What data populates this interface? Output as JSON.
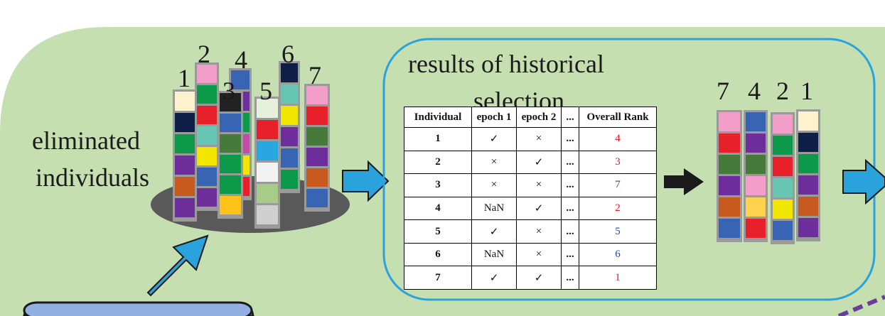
{
  "left_panel": {
    "label_line1": "eliminated",
    "label_line2": "individuals",
    "stack_numbers": [
      "1",
      "2",
      "3",
      "4",
      "5",
      "6",
      "7"
    ]
  },
  "history": {
    "title_line1": "results of historical",
    "title_line2": "selection",
    "table": {
      "headers": [
        "Individual",
        "epoch 1",
        "epoch 2",
        "...",
        "Overall Rank"
      ],
      "rows": [
        {
          "id": "1",
          "e1": "✓",
          "e2": "×",
          "dots": "...",
          "rank": "4",
          "rank_color": "red"
        },
        {
          "id": "2",
          "e1": "×",
          "e2": "✓",
          "dots": "...",
          "rank": "3",
          "rank_color": "red"
        },
        {
          "id": "3",
          "e1": "×",
          "e2": "×",
          "dots": "...",
          "rank": "7",
          "rank_color": "blue"
        },
        {
          "id": "4",
          "e1": "NaN",
          "e2": "✓",
          "dots": "...",
          "rank": "2",
          "rank_color": "red"
        },
        {
          "id": "5",
          "e1": "✓",
          "e2": "×",
          "dots": "...",
          "rank": "5",
          "rank_color": "blue"
        },
        {
          "id": "6",
          "e1": "NaN",
          "e2": "×",
          "dots": "...",
          "rank": "6",
          "rank_color": "blue"
        },
        {
          "id": "7",
          "e1": "✓",
          "e2": "✓",
          "dots": "...",
          "rank": "1",
          "rank_color": "red"
        }
      ]
    }
  },
  "ranked": {
    "numbers": [
      "7",
      "4",
      "2",
      "1"
    ]
  },
  "colors": {
    "background_panel": "#c6dfb1",
    "bubble_border": "#2aa3dd",
    "arrow_fill": "#2aa3dd",
    "dark_arrow": "#1a1a1a",
    "platform": "#595959",
    "bottom_box": "#93aee0",
    "dashed_line": "#6a3d9a",
    "rank_red": "#e11d1d",
    "rank_blue": "#2144a8"
  },
  "icons": [
    "right-arrow-icon",
    "diagonal-up-arrow-icon",
    "dark-right-arrow-icon"
  ]
}
